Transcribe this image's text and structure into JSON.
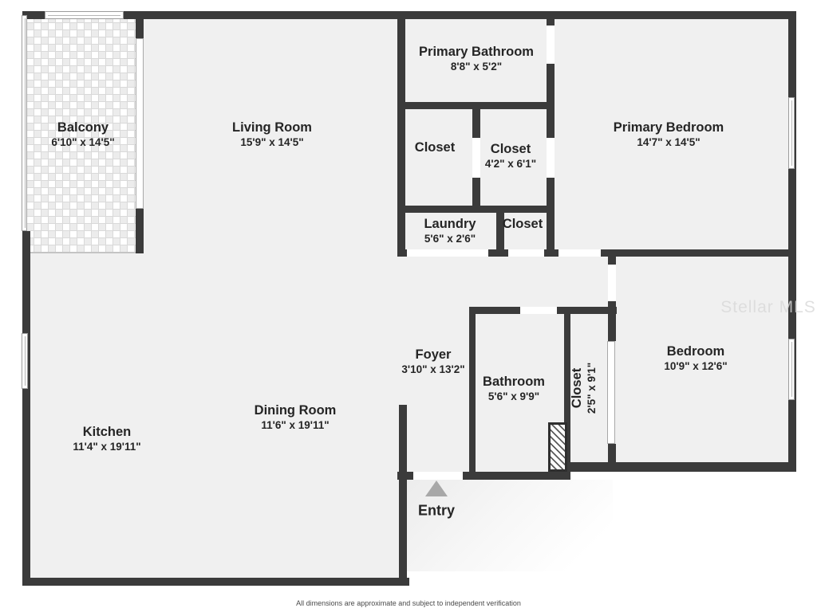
{
  "watermark": "Stellar MLS",
  "disclaimer": "All dimensions are approximate and subject to independent verification",
  "entry_label": "Entry",
  "colors": {
    "wall": "#3b3b3b",
    "floor": "#f0f0f0",
    "outside": "#ffffff",
    "label_text": "#252525",
    "entry_arrow": "#a8a8a8",
    "watermark_text": "#d9d9d9",
    "window_frame": "#9c9c9c"
  },
  "rooms": [
    {
      "name": "Balcony",
      "dims": "6'10\" x 14'5\""
    },
    {
      "name": "Living Room",
      "dims": "15'9\" x 14'5\""
    },
    {
      "name": "Primary Bathroom",
      "dims": "8'8\" x 5'2\""
    },
    {
      "name": "Closet",
      "dims": ""
    },
    {
      "name": "Closet",
      "dims": "4'2\" x 6'1\""
    },
    {
      "name": "Primary Bedroom",
      "dims": "14'7\" x 14'5\""
    },
    {
      "name": "Laundry",
      "dims": "5'6\" x 2'6\""
    },
    {
      "name": "Closet",
      "dims": ""
    },
    {
      "name": "Foyer",
      "dims": "3'10\" x 13'2\""
    },
    {
      "name": "Bathroom",
      "dims": "5'6\" x 9'9\""
    },
    {
      "name": "Closet",
      "dims": "2'5\" x 9'1\""
    },
    {
      "name": "Bedroom",
      "dims": "10'9\" x 12'6\""
    },
    {
      "name": "Kitchen",
      "dims": "11'4\" x 19'11\""
    },
    {
      "name": "Dining Room",
      "dims": "11'6\" x 19'11\""
    }
  ]
}
